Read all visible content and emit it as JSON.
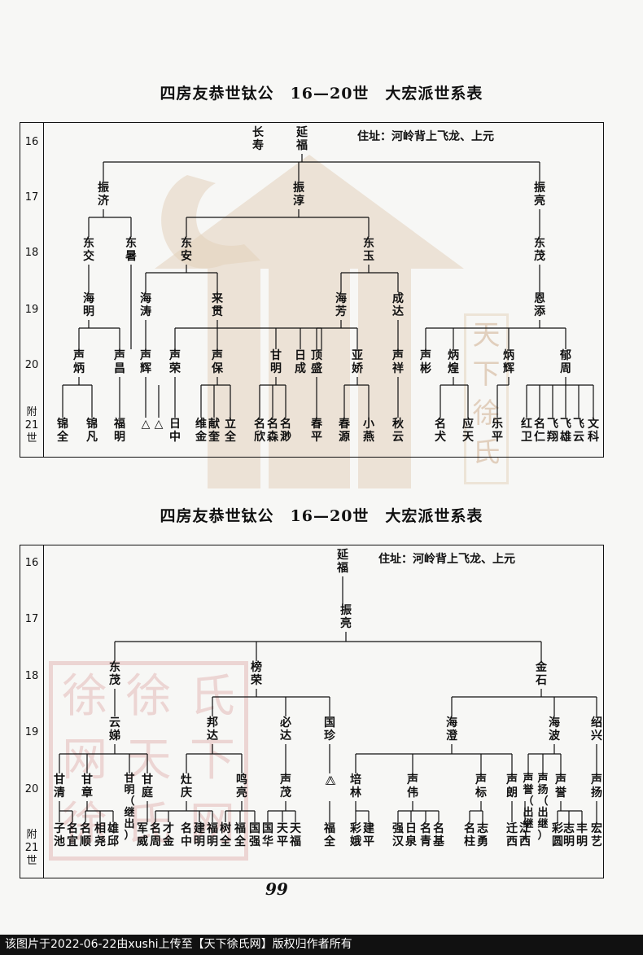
{
  "watermark": {
    "box_chars": [
      "天",
      "下",
      "徐",
      "氏"
    ],
    "seal_chars": [
      "徐",
      "徐",
      "氏",
      "网",
      "天",
      "下",
      "徐",
      "氏",
      "网"
    ]
  },
  "page_number": "99",
  "footer_text": "该图片于2022-06-22由xushi上传至【天下徐氏网】版权归作者所有",
  "tables": [
    {
      "title": "四房友恭世钛公　16—20世　大宏派世系表",
      "address": "住址：河岭背上飞龙、上元",
      "generations": [
        "16",
        "17",
        "18",
        "19",
        "20"
      ],
      "appendix_gen": [
        "附",
        "21",
        "世"
      ],
      "persons": {
        "g16": [
          "长寿",
          "延福"
        ],
        "g17": [
          "振济",
          "振淳",
          "振亮"
        ],
        "g18": [
          "东交",
          "东暑",
          "东安",
          "东玉",
          "东茂"
        ],
        "g19": [
          "海明",
          "海涛",
          "来贯",
          "海芳",
          "成达",
          "恩添"
        ],
        "g20": [
          "声炳",
          "声昌",
          "声辉",
          "声荣",
          "声保",
          "甘明",
          "日成",
          "顶盛",
          "亚娇",
          "声祥",
          "声彬",
          "炳煌",
          "炳辉",
          "郁周"
        ],
        "g21": [
          "锦全",
          "锦凡",
          "福明",
          "△",
          "△",
          "日中",
          "维金",
          "献奎",
          "立全",
          "名欣",
          "名森",
          "名渺",
          "春平",
          "春源",
          "小燕",
          "秋云",
          "名犬",
          "应天",
          "乐平",
          "红卫",
          "名仁",
          "飞翔",
          "飞雄",
          "飞云",
          "文科"
        ]
      }
    },
    {
      "title": "四房友恭世钛公　16—20世　大宏派世系表",
      "address": "住址：河岭背上飞龙、上元",
      "generations": [
        "16",
        "17",
        "18",
        "19",
        "20"
      ],
      "appendix_gen": [
        "附",
        "21",
        "世"
      ],
      "persons": {
        "g16": [
          "延福"
        ],
        "g17": [
          "振亮"
        ],
        "g18": [
          "东茂",
          "榜荣",
          "金石"
        ],
        "g19": [
          "云娣",
          "邦达",
          "必达",
          "国珍",
          "海澄",
          "海波",
          "绍兴"
        ],
        "g20": [
          "甘清",
          "甘章",
          "甘明（继出）",
          "甘庭",
          "灶庆",
          "鸣亮",
          "声茂",
          "△",
          "△",
          "培林",
          "声伟",
          "声标",
          "声朗",
          "声誉（出继）",
          "声扬（出继）",
          "声誉",
          "声扬"
        ],
        "g21": [
          "子池",
          "名宜",
          "名顺",
          "相尧",
          "雄邱",
          "军威",
          "名周",
          "才金",
          "名中",
          "建明",
          "福明",
          "树全",
          "福全",
          "国强",
          "国华",
          "天平",
          "天福",
          "福全",
          "彩娥",
          "建平",
          "强汉",
          "日泉",
          "名青",
          "名基",
          "名柱",
          "志勇",
          "迁西",
          "江西",
          "彩圆",
          "志明",
          "丰明",
          "宏艺"
        ]
      }
    }
  ]
}
